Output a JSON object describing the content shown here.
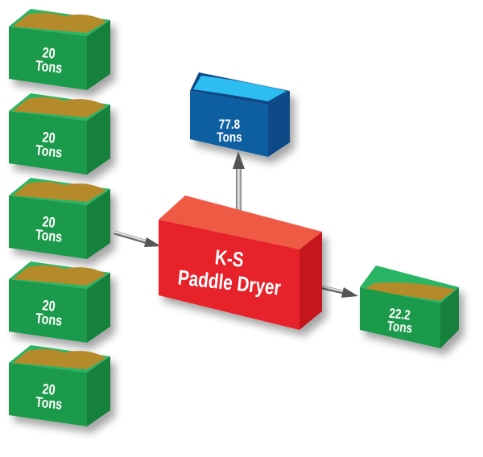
{
  "inputs": [
    {
      "amount": "20",
      "unit": "Tons"
    },
    {
      "amount": "20",
      "unit": "Tons"
    },
    {
      "amount": "20",
      "unit": "Tons"
    },
    {
      "amount": "20",
      "unit": "Tons"
    },
    {
      "amount": "20",
      "unit": "Tons"
    }
  ],
  "dryer": {
    "line1": "K-S",
    "line2": "Paddle Dryer"
  },
  "water_output": {
    "amount": "77.8",
    "unit": "Tons"
  },
  "solids_output": {
    "amount": "22.2",
    "unit": "Tons"
  },
  "colors": {
    "green_front": "#1f9a4b",
    "green_side": "#16803c",
    "green_inner": "#2bb565",
    "sludge": "#b48a2a",
    "red_front": "#e8202a",
    "red_top": "#ef5a44",
    "red_side": "#c4161f",
    "blue_front": "#0f5ea2",
    "blue_side": "#0a4a86",
    "water": "#2ebdf0"
  }
}
